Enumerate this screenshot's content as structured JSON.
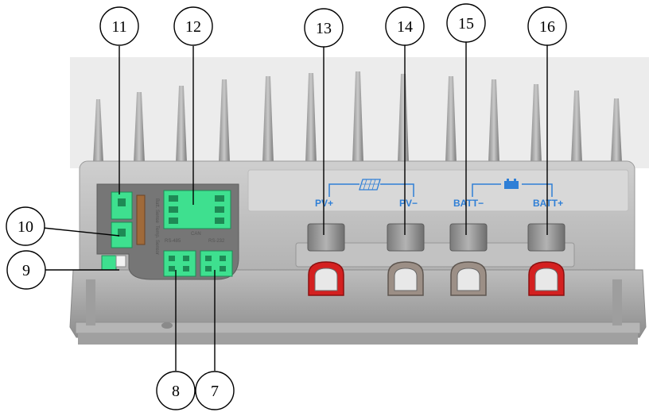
{
  "callouts": [
    {
      "number": "11"
    },
    {
      "number": "12"
    },
    {
      "number": "13"
    },
    {
      "number": "14"
    },
    {
      "number": "15"
    },
    {
      "number": "16"
    },
    {
      "number": "10"
    },
    {
      "number": "9"
    },
    {
      "number": "8"
    },
    {
      "number": "7"
    }
  ],
  "terminals": {
    "pv_plus": "PV+",
    "pv_minus": "PV−",
    "batt_minus": "BATT−",
    "batt_plus": "BATT+"
  },
  "port_labels": {
    "can": "CAN",
    "rs485": "RS-485",
    "rs232": "RS-232",
    "temp_sensor": "Temp. Sensor",
    "batt_sense": "Batt. Sense"
  },
  "colors": {
    "accent_blue": "#2f7fd6",
    "connector_green": "#3ee08f",
    "positive_red": "#d42020",
    "negative_gray": "#9c8f86"
  }
}
